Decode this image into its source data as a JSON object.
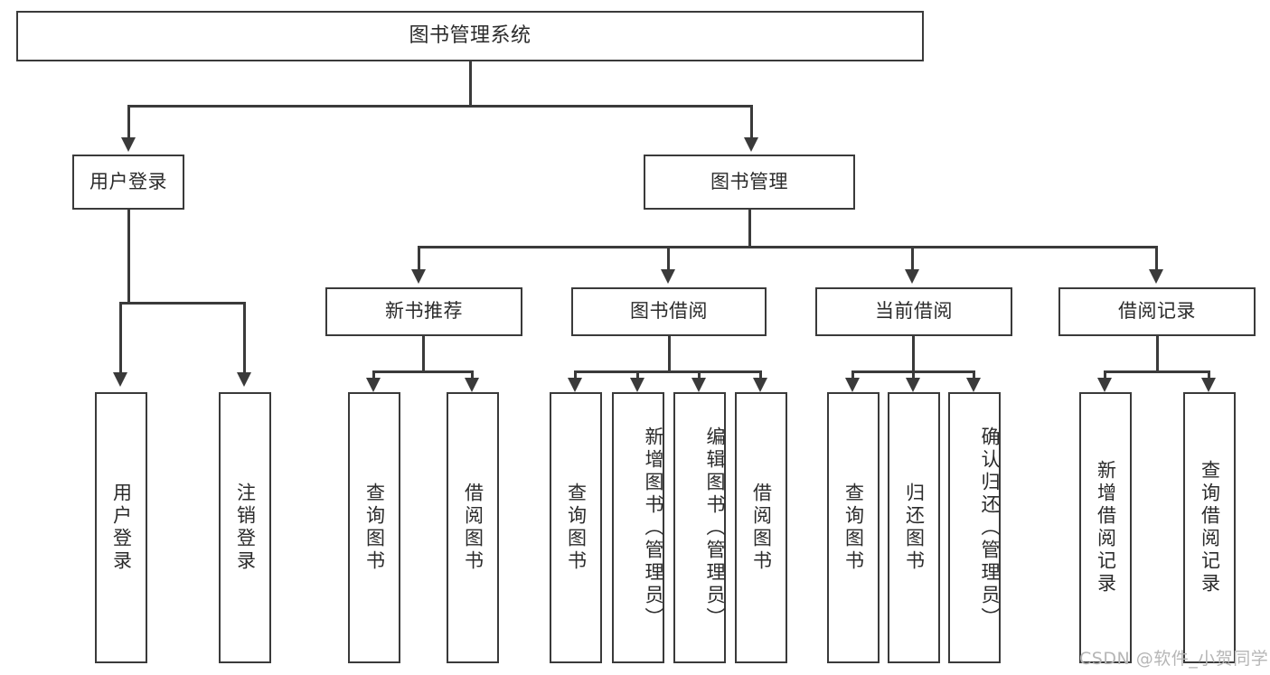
{
  "diagram": {
    "title": "图书管理系统",
    "type": "hierarchy-tree",
    "root": {
      "label": "图书管理系统"
    },
    "level2": [
      {
        "label": "用户登录"
      },
      {
        "label": "图书管理"
      }
    ],
    "level3": [
      {
        "label": "新书推荐"
      },
      {
        "label": "图书借阅"
      },
      {
        "label": "当前借阅"
      },
      {
        "label": "借阅记录"
      }
    ],
    "leaves": {
      "user_login": [
        {
          "label": "用户登录"
        },
        {
          "label": "注销登录"
        }
      ],
      "new_book_recommend": [
        {
          "label": "查询图书"
        },
        {
          "label": "借阅图书"
        }
      ],
      "book_borrow": [
        {
          "label": "查询图书"
        },
        {
          "label": "新增图书（管理员）"
        },
        {
          "label": "编辑图书（管理员）"
        },
        {
          "label": "借阅图书"
        }
      ],
      "current_borrow": [
        {
          "label": "查询图书"
        },
        {
          "label": "归还图书"
        },
        {
          "label": "确认归还（管理员）"
        }
      ],
      "borrow_record": [
        {
          "label": "新增借阅记录"
        },
        {
          "label": "查询借阅记录"
        }
      ]
    }
  },
  "watermark": {
    "text": "CSDN @软件_小贺同学"
  },
  "colors": {
    "border": "#3a3a3a",
    "text": "#2b2b2b",
    "background": "#ffffff",
    "watermark": "#b6b6b6"
  }
}
